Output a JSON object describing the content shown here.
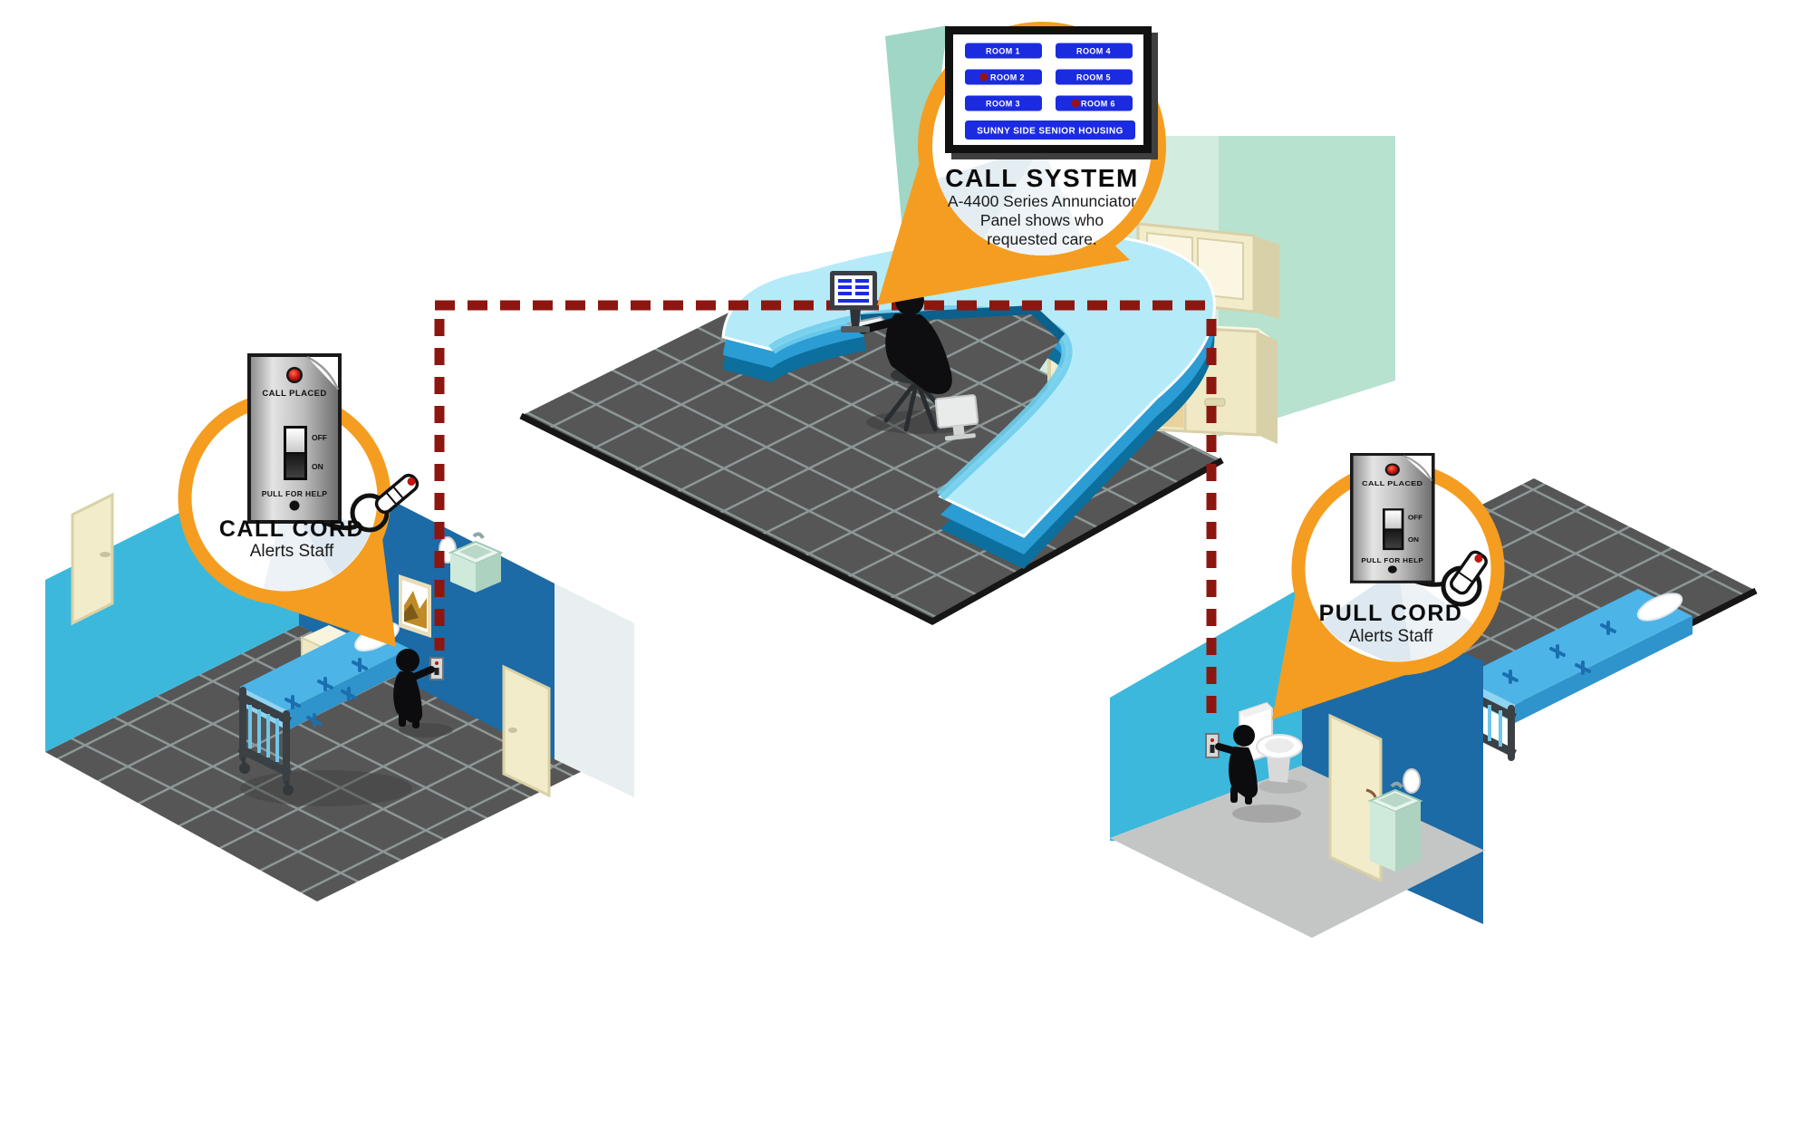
{
  "callouts": {
    "call_system": {
      "title": "CALL SYSTEM",
      "line1": "A-4400 Series Annunciator",
      "line2": "Panel shows who",
      "line3": "requested care."
    },
    "call_cord": {
      "title": "CALL CORD",
      "subtitle": "Alerts Staff"
    },
    "pull_cord": {
      "title": "PULL CORD",
      "subtitle": "Alerts Staff"
    }
  },
  "annunciator_panel": {
    "facility": "SUNNY SIDE SENIOR HOUSING",
    "rooms": [
      {
        "label": "ROOM 1",
        "active": false
      },
      {
        "label": "ROOM 2",
        "active": true
      },
      {
        "label": "ROOM 3",
        "active": false
      },
      {
        "label": "ROOM 4",
        "active": false
      },
      {
        "label": "ROOM 5",
        "active": false
      },
      {
        "label": "ROOM 6",
        "active": true
      }
    ]
  },
  "pull_station": {
    "indicator_label": "CALL PLACED",
    "switch_off": "OFF",
    "switch_on": "ON",
    "instruction": "PULL FOR HELP"
  },
  "colors": {
    "accent_orange": "#F59D20",
    "dashed_line": "#8C1710",
    "panel_blue": "#1B2BE0",
    "indicator_red": "#991210",
    "cyan_wall": "#3CB8DC",
    "dark_blue_wall": "#1C6AA6",
    "mint_wall": "#D2ECDF",
    "floor_dark": "#565656",
    "floor_light": "#C4C6C6",
    "desk_blue": "#2B9CD4"
  }
}
